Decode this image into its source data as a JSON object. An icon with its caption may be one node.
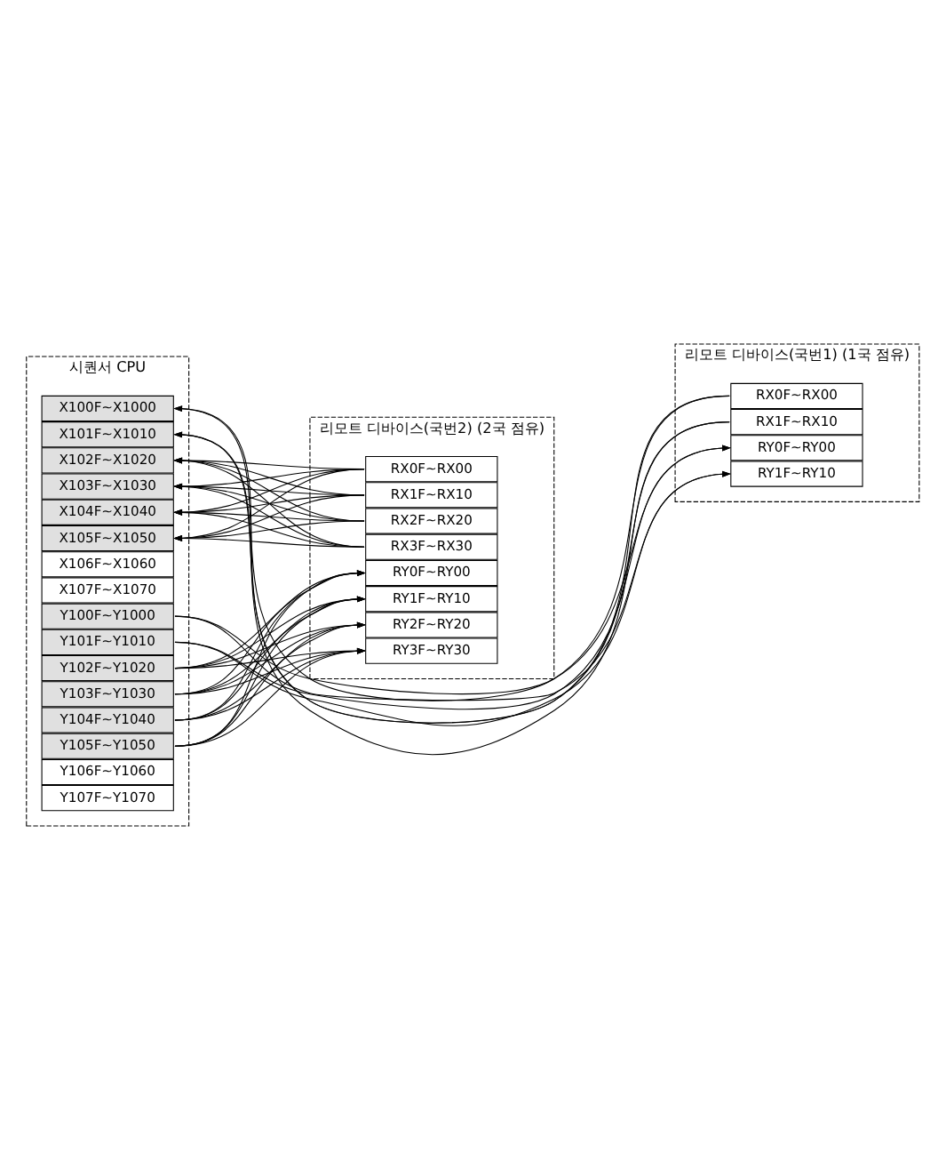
{
  "diagram": {
    "nodes": [
      {
        "text": [
          "시퀀서 CPU"
        ]
      },
      {
        "text": [
          "X100F~X1000"
        ],
        "in": 0
      },
      {
        "text": [
          "X101F~X1010"
        ],
        "in": 0
      },
      {
        "text": [
          "X102F~X1020"
        ],
        "in": 0
      },
      {
        "text": [
          "X103F~X1030"
        ],
        "in": 0
      },
      {
        "text": [
          "X104F~X1040"
        ],
        "in": 0
      },
      {
        "text": [
          "X105F~X1050"
        ],
        "in": 0
      },
      {
        "text": [
          "X106F~X1060"
        ],
        "in": 0
      },
      {
        "text": [
          "X107F~X1070"
        ],
        "in": 0
      },
      {
        "text": [
          "Y100F~Y1000"
        ],
        "in": 0
      },
      {
        "text": [
          "Y101F~Y1010"
        ],
        "in": 0
      },
      {
        "text": [
          "Y102F~Y1020"
        ],
        "in": 0
      },
      {
        "text": [
          "Y103F~Y1030"
        ],
        "in": 0
      },
      {
        "text": [
          "Y104F~Y1040"
        ],
        "in": 0
      },
      {
        "text": [
          "Y105F~Y1050"
        ],
        "in": 0
      },
      {
        "text": [
          "Y106F~Y1060"
        ],
        "in": 0
      },
      {
        "text": [
          "Y107F~Y1070"
        ],
        "in": 0
      },
      {
        "text": [
          "리모트 디바이스(국번1) (1국 점유)"
        ]
      },
      {
        "text": [
          "RX0F~RX00"
        ],
        "in": 17
      },
      {
        "text": [
          "RX1F~RX10"
        ],
        "in": 17
      },
      {
        "text": [
          "RY0F~RY00"
        ],
        "in": 17
      },
      {
        "text": [
          "RY1F~RY10"
        ],
        "in": 17
      },
      {
        "text": [
          "리모트 디바이스(국번2) (2국 점유)"
        ]
      },
      {
        "text": [
          "RX0F~RX00"
        ],
        "in": 22
      },
      {
        "text": [
          "RX1F~RX10"
        ],
        "in": 22
      },
      {
        "text": [
          "RX2F~RX20"
        ],
        "in": 22
      },
      {
        "text": [
          "RX3F~RX30"
        ],
        "in": 22
      },
      {
        "text": [
          "RY0F~RY00"
        ],
        "in": 22
      },
      {
        "text": [
          "RY1F~RY10"
        ],
        "in": 22
      },
      {
        "text": [
          "RY2F~RY20"
        ],
        "in": 22
      },
      {
        "text": [
          "RY3F~RY30"
        ],
        "in": 22
      }
    ],
    "edges": [
      {
        "from": 18,
        "to": 1,
        "arrow": "to"
      },
      {
        "from": 18,
        "to": 2,
        "arrow": "to"
      },
      {
        "from": 19,
        "to": 1,
        "arrow": "to"
      },
      {
        "from": 19,
        "to": 2,
        "arrow": "to"
      },
      {
        "from": 23,
        "to": 3,
        "arrow": "to"
      },
      {
        "from": 23,
        "to": 4,
        "arrow": "to"
      },
      {
        "from": 23,
        "to": 5,
        "arrow": "to"
      },
      {
        "from": 23,
        "to": 6,
        "arrow": "to"
      },
      {
        "from": 24,
        "to": 3,
        "arrow": "to"
      },
      {
        "from": 24,
        "to": 4,
        "arrow": "to"
      },
      {
        "from": 24,
        "to": 5,
        "arrow": "to"
      },
      {
        "from": 24,
        "to": 6,
        "arrow": "to"
      },
      {
        "from": 25,
        "to": 3,
        "arrow": "to"
      },
      {
        "from": 25,
        "to": 4,
        "arrow": "to"
      },
      {
        "from": 25,
        "to": 5,
        "arrow": "to"
      },
      {
        "from": 25,
        "to": 6,
        "arrow": "to"
      },
      {
        "from": 26,
        "to": 3,
        "arrow": "to"
      },
      {
        "from": 26,
        "to": 4,
        "arrow": "to"
      },
      {
        "from": 26,
        "to": 5,
        "arrow": "to"
      },
      {
        "from": 26,
        "to": 6,
        "arrow": "to"
      },
      {
        "from": 9,
        "to": 20,
        "arrow": "to"
      },
      {
        "from": 9,
        "to": 21,
        "arrow": "to"
      },
      {
        "from": 10,
        "to": 20,
        "arrow": "to"
      },
      {
        "from": 10,
        "to": 21,
        "arrow": "to"
      },
      {
        "from": 11,
        "to": 27,
        "arrow": "to"
      },
      {
        "from": 11,
        "to": 28,
        "arrow": "to"
      },
      {
        "from": 11,
        "to": 29,
        "arrow": "to"
      },
      {
        "from": 11,
        "to": 30,
        "arrow": "to"
      },
      {
        "from": 12,
        "to": 27,
        "arrow": "to"
      },
      {
        "from": 12,
        "to": 28,
        "arrow": "to"
      },
      {
        "from": 12,
        "to": 29,
        "arrow": "to"
      },
      {
        "from": 12,
        "to": 30,
        "arrow": "to"
      },
      {
        "from": 13,
        "to": 27,
        "arrow": "to"
      },
      {
        "from": 13,
        "to": 28,
        "arrow": "to"
      },
      {
        "from": 13,
        "to": 29,
        "arrow": "to"
      },
      {
        "from": 13,
        "to": 30,
        "arrow": "to"
      },
      {
        "from": 14,
        "to": 27,
        "arrow": "to"
      },
      {
        "from": 14,
        "to": 28,
        "arrow": "to"
      },
      {
        "from": 14,
        "to": 29,
        "arrow": "to"
      },
      {
        "from": 14,
        "to": 30,
        "arrow": "to"
      }
    ]
  }
}
